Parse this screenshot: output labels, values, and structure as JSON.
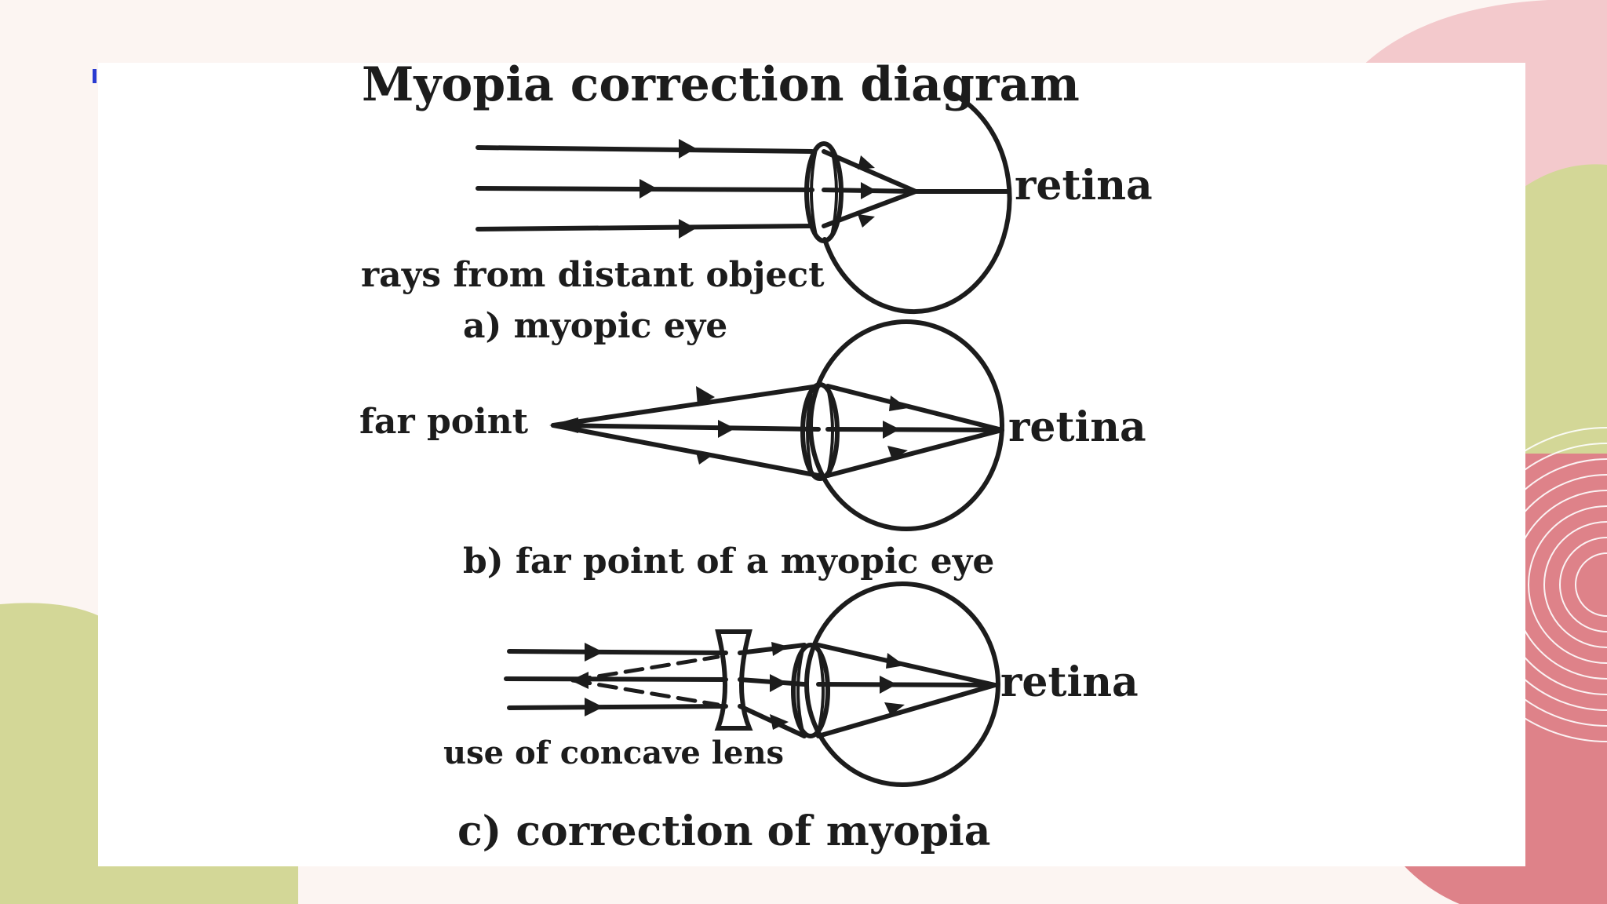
{
  "colors": {
    "page_background": "#fcf5f2",
    "slide_background": "#ffffff",
    "pink_light": "#f3c9cc",
    "pink_dark": "#de8289",
    "green": "#d3d797",
    "ink": "#1c1c1c"
  },
  "diagram": {
    "title": "Myopia correction diagram",
    "panel_a": {
      "retina_label": "retina",
      "rays_label": "rays from distant object",
      "caption": "a) myopic eye"
    },
    "panel_b": {
      "far_point_label": "far point",
      "retina_label": "retina",
      "caption": "b) far point of a myopic eye"
    },
    "panel_c": {
      "retina_label": "retina",
      "lens_label": "use of concave lens",
      "caption": "c) correction of myopia"
    }
  }
}
